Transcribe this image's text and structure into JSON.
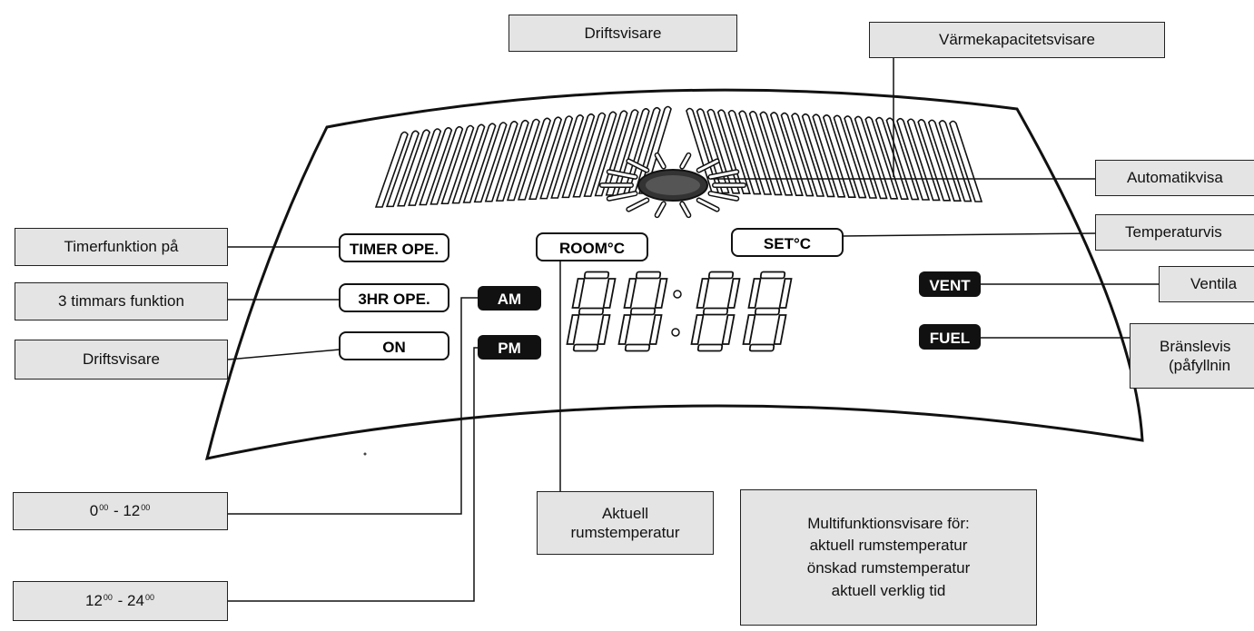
{
  "callouts": {
    "top_driftsvisare": "Driftsvisare",
    "varmekapacitet": "Värmekapacitetsvisare",
    "automatik": "Automatikvisa",
    "temperatur": "Temperaturvis",
    "ventil": "Ventila",
    "bransle_line1": "Bränslevis",
    "bransle_line2": "(påfyllnin",
    "timer": "Timerfunktion på",
    "three_hr": "3 timmars funktion",
    "left_driftsvisare": "Driftsvisare",
    "range_am": {
      "start": "0",
      "start_sup": "00",
      "sep": " - ",
      "end": "12",
      "end_sup": "00"
    },
    "range_pm": {
      "start": "12",
      "start_sup": "00",
      "sep": " - ",
      "end": "24",
      "end_sup": "00"
    },
    "aktuell_line1": "Aktuell",
    "aktuell_line2": "rumstemperatur",
    "multi_line1": "Multifunktionsvisare för:",
    "multi_line2": "aktuell rumstemperatur",
    "multi_line3": "önskad rumstemperatur",
    "multi_line4": "aktuell verklig tid"
  },
  "lcd": {
    "timer_ope": "TIMER OPE.",
    "three_hr_ope": "3HR OPE.",
    "on": "ON",
    "am": "AM",
    "pm": "PM",
    "room": "ROOM°C",
    "set": "SET°C",
    "vent": "VENT",
    "fuel": "FUEL"
  },
  "colors": {
    "callout_fill": "#e4e4e4",
    "outline": "#111111",
    "indicator_fill": "#111111",
    "indicator_text": "#ffffff"
  }
}
